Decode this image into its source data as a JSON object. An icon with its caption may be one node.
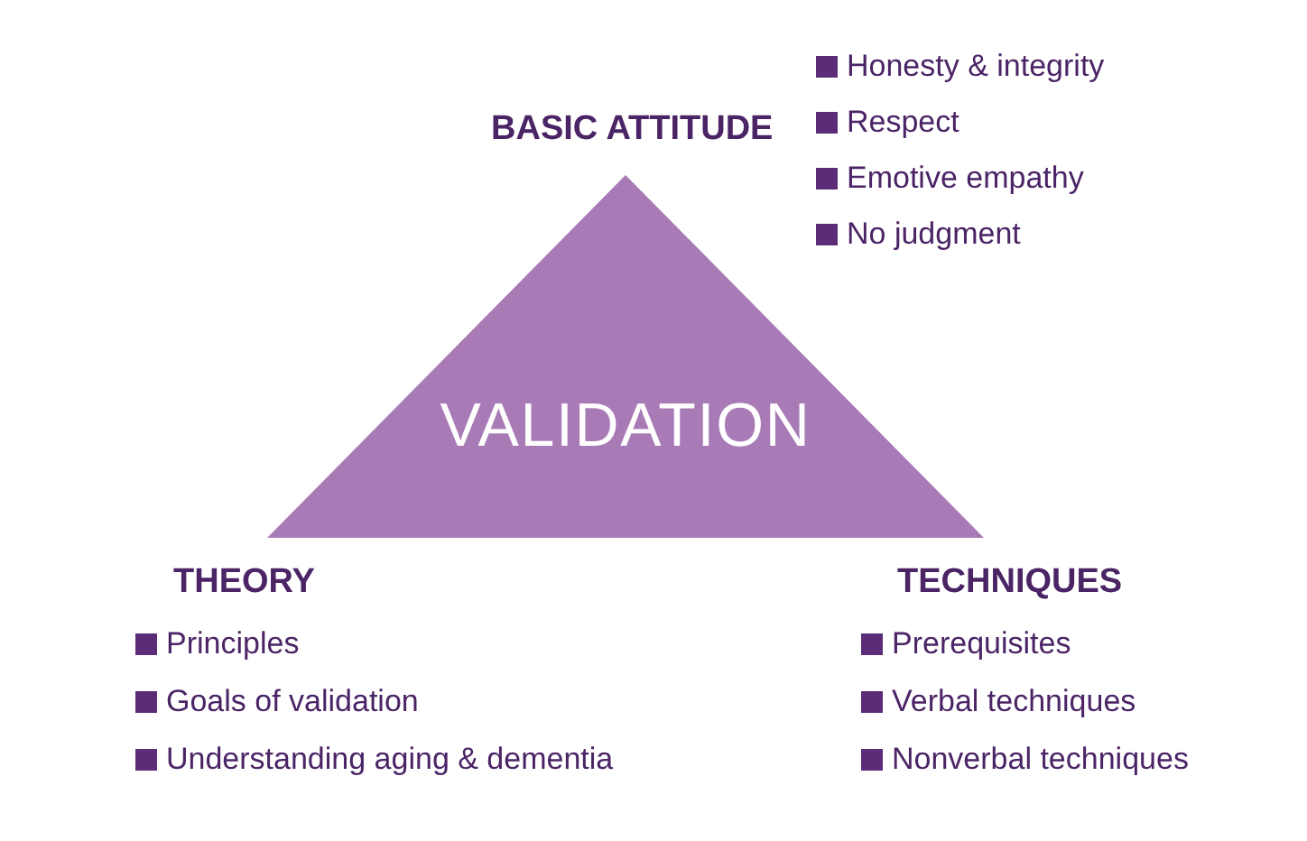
{
  "diagram": {
    "nodes": [
      {
        "text": [
          "VALIDATION"
        ]
      }
    ],
    "edges": [],
    "labels": [
      "BASIC ATTITUDE",
      "Honesty & integrity",
      "Respect",
      "Emotive empathy",
      "No judgment",
      "THEORY",
      "Principles",
      "Goals of validation",
      "Understanding aging & dementia",
      "TECHNIQUES",
      "Prerequisites",
      "Verbal techniques",
      "Nonverbal techniques"
    ]
  }
}
